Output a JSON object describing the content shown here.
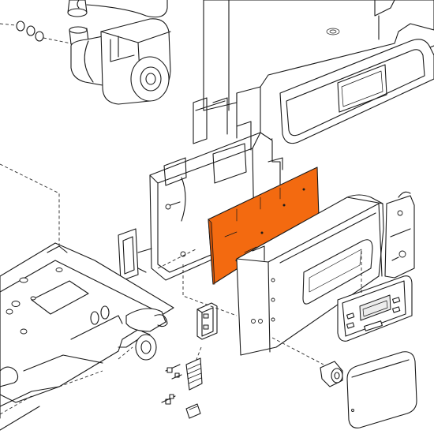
{
  "colors": {
    "line": "#1a1a1a",
    "background": "#ffffff",
    "highlight_part": "#f36a10",
    "shade": "#ececec"
  },
  "highlighted_part": "pcb",
  "parts": [
    "pump",
    "boiler-casing",
    "facia-panel",
    "control-box-rear",
    "pcb",
    "control-box-front",
    "user-display",
    "display-cover",
    "burner-assembly",
    "terminal-block",
    "connectors",
    "knob"
  ]
}
